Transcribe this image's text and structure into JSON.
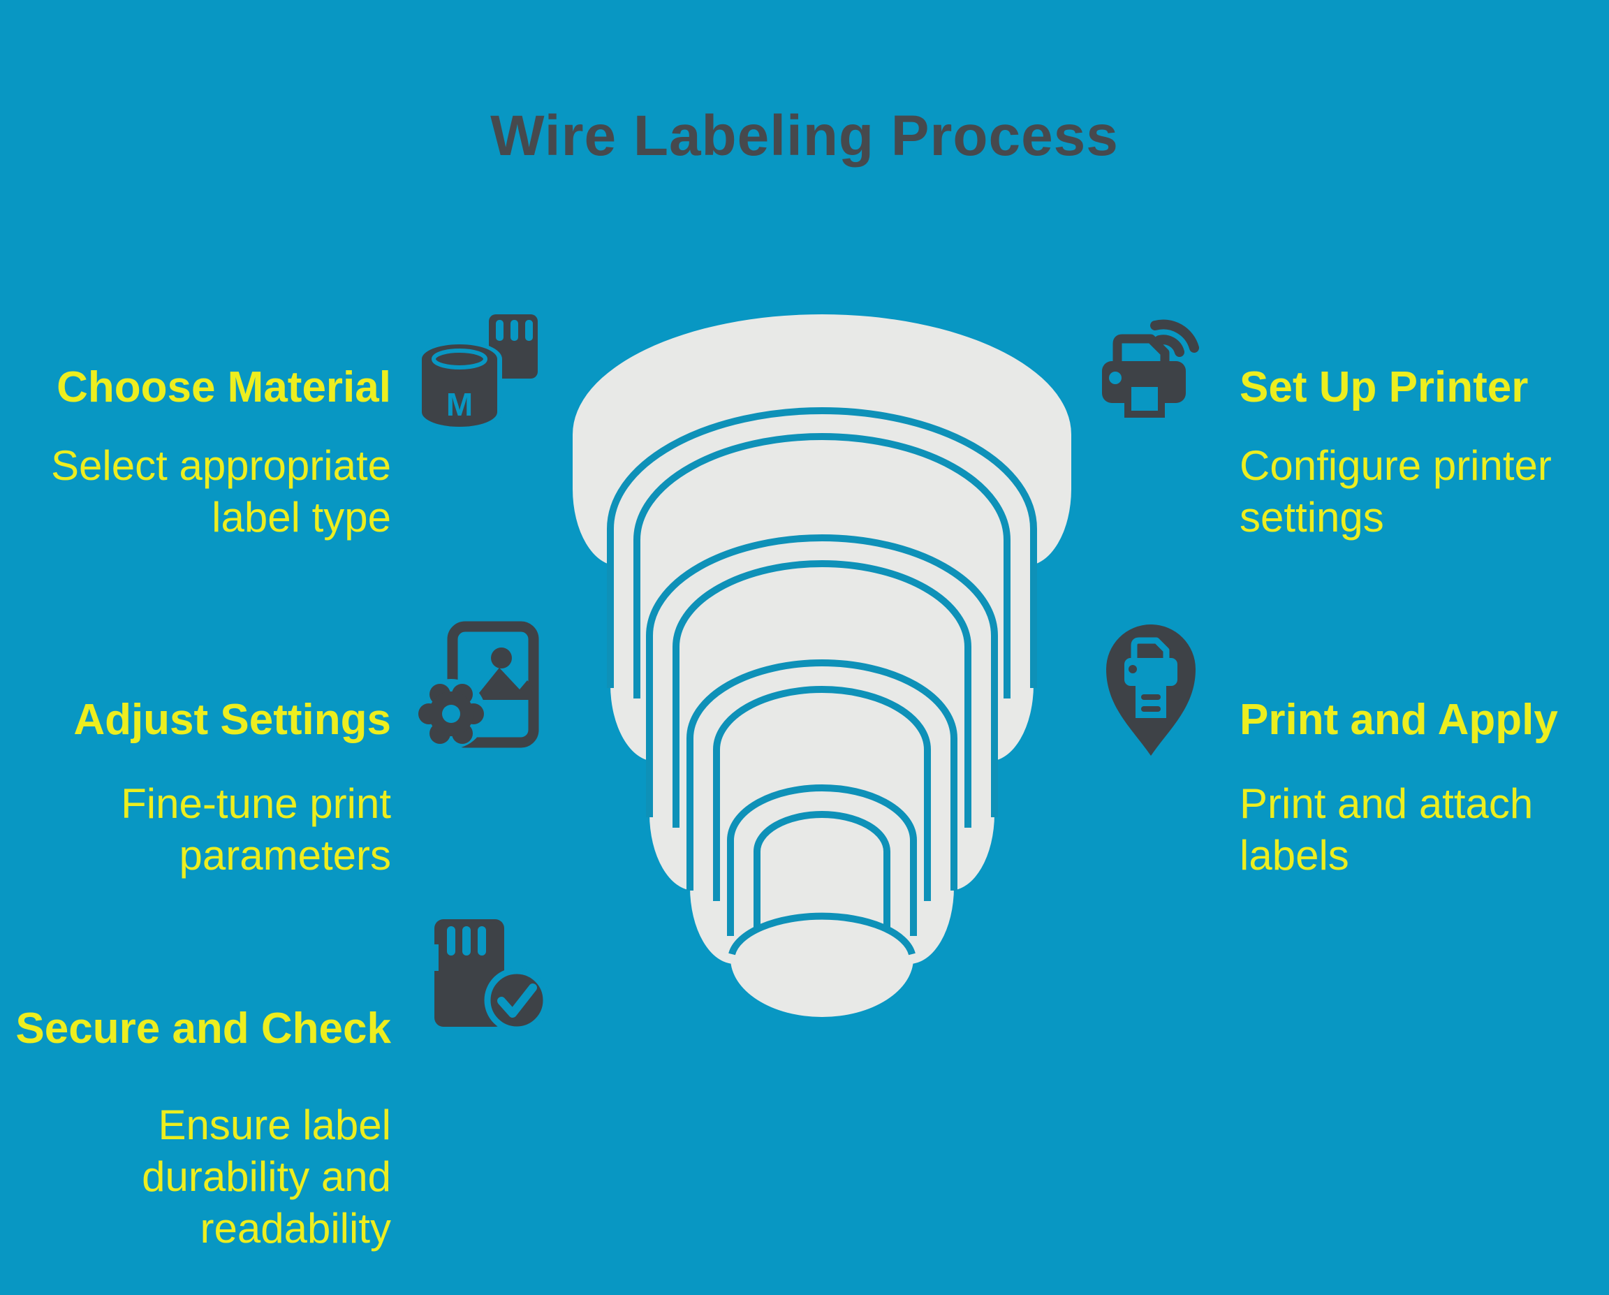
{
  "title": "Wire Labeling Process",
  "colors": {
    "background": "#0897c3",
    "accent_yellow": "#edee1f",
    "funnel_fill": "#e8e9e7",
    "funnel_line": "#0e91b8",
    "icon_dark": "#3e4247",
    "title_gray": "#46494d"
  },
  "funnel": {
    "type": "funnel",
    "levels": 5,
    "orientation": "wide-top-narrow-bottom"
  },
  "material_letter": "M",
  "sections": [
    {
      "id": "choose-material",
      "side": "left",
      "title": "Choose Material",
      "description": "Select appropriate label type",
      "icon": "material-cylinder-icon"
    },
    {
      "id": "set-up-printer",
      "side": "right",
      "title": "Set Up Printer",
      "description": "Configure printer settings",
      "icon": "printer-wifi-icon"
    },
    {
      "id": "adjust-settings",
      "side": "left",
      "title": "Adjust Settings",
      "description": "Fine-tune print parameters",
      "icon": "image-gear-icon"
    },
    {
      "id": "print-and-apply",
      "side": "right",
      "title": "Print and Apply",
      "description": "Print and attach labels",
      "icon": "printer-pin-icon"
    },
    {
      "id": "secure-and-check",
      "side": "left",
      "title": "Secure and Check",
      "description": "Ensure label durability and readability",
      "icon": "sd-card-check-icon"
    }
  ]
}
